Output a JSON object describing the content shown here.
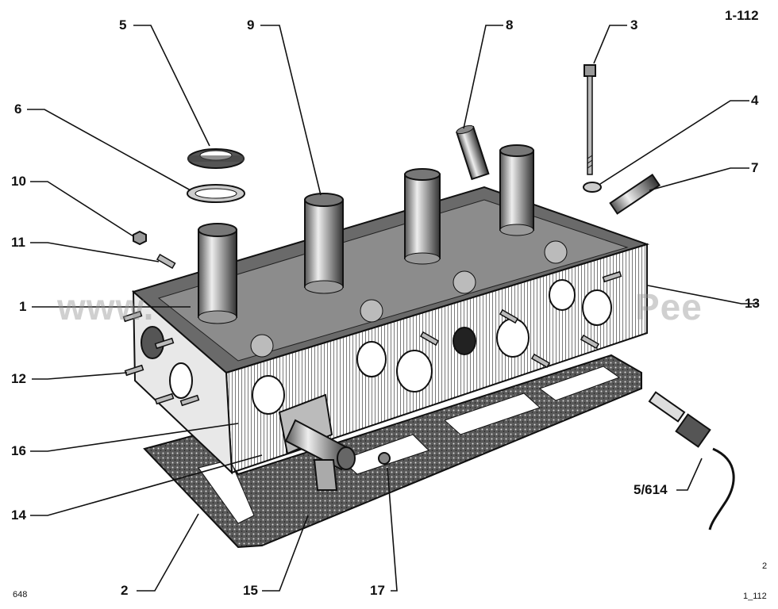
{
  "page_ref": "1-112",
  "watermark": "www.",
  "watermark_tail": "Pee",
  "labels": {
    "l1": "1",
    "l2": "2",
    "l3": "3",
    "l4": "4",
    "l5": "5",
    "l6": "6",
    "l7": "7",
    "l8": "8",
    "l9": "9",
    "l10": "10",
    "l11": "11",
    "l12": "12",
    "l13": "13",
    "l14": "14",
    "l15": "15",
    "l16": "16",
    "l17": "17",
    "l5_614": "5/614"
  },
  "footer": {
    "left_code": "648",
    "right_num": "2",
    "right_ref": "1_112"
  },
  "colors": {
    "ink": "#111111",
    "gasket": "#4a4a4a",
    "metal": "#d8d8d8"
  }
}
